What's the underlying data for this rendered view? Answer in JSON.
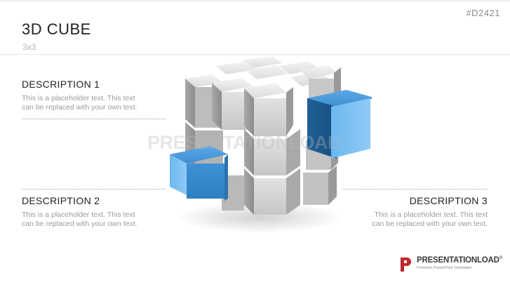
{
  "slide": {
    "id": "#D2421",
    "title": "3D CUBE",
    "subtitle": "3x3"
  },
  "descriptions": [
    {
      "title": "DESCRIPTION 1",
      "text_line1": "This is a placeholder text. This text",
      "text_line2": "can be replaced with your own text."
    },
    {
      "title": "DESCRIPTION 2",
      "text_line1": "This is a placeholder text. This text",
      "text_line2": "can be replaced with your own text."
    },
    {
      "title": "DESCRIPTION 3",
      "text_line1": "This is a placeholder text. This text",
      "text_line2": "can be replaced with your own text."
    }
  ],
  "watermark": "PRESENTATIONLOAD",
  "logo": {
    "name_bold": "PRESENTATION",
    "name_light": "LOAD",
    "registered": "®",
    "tagline": "Premium PowerPoint Templates"
  },
  "colors": {
    "accent_blue": "#3d93d6",
    "cube_gray": "#d9d9d9",
    "logo_red": "#c0262d"
  }
}
